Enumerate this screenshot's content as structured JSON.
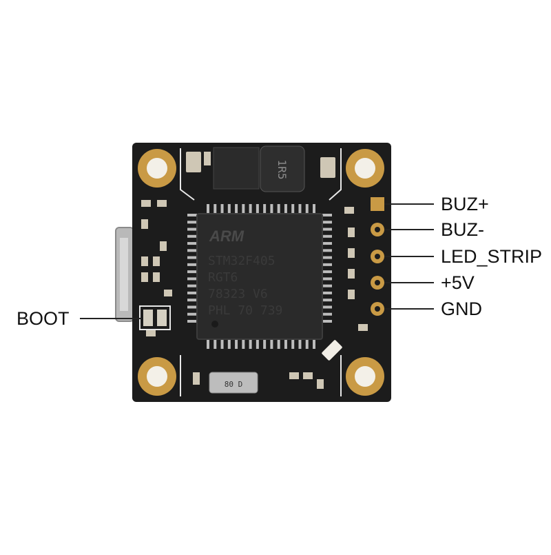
{
  "labels": {
    "boot": "BOOT",
    "pins": [
      "BUZ+",
      "BUZ-",
      "LED_STRIP",
      "+5V",
      "GND"
    ]
  },
  "chip": {
    "brand": "ARM",
    "lines": [
      "STM32F405",
      "RGT6",
      "78323 V6",
      "PHL 70 739"
    ]
  },
  "inductor_marking": "1R5",
  "crystal_marking": "80 D",
  "colors": {
    "board": "#1b1b1b",
    "pad_gold": "#c99a45",
    "silk": "#e8e8e8",
    "chip": "#2a2a2a"
  }
}
